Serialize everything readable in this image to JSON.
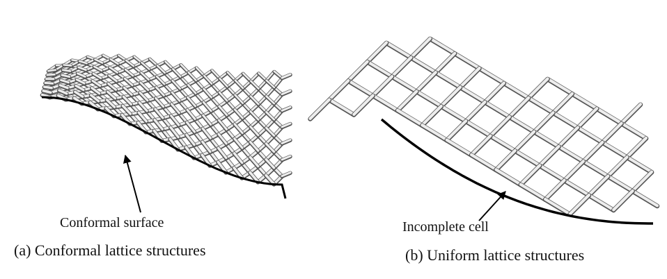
{
  "panels": [
    {
      "id": "a",
      "caption": "(a) Conformal lattice structures",
      "annotation": "Conformal surface"
    },
    {
      "id": "b",
      "caption": "(b) Uniform lattice structures",
      "annotation": "Incomplete cell"
    }
  ],
  "colors": {
    "strut_light": "#ededed",
    "strut_shadow": "#555555",
    "surface": "#000000",
    "text": "#111111"
  }
}
